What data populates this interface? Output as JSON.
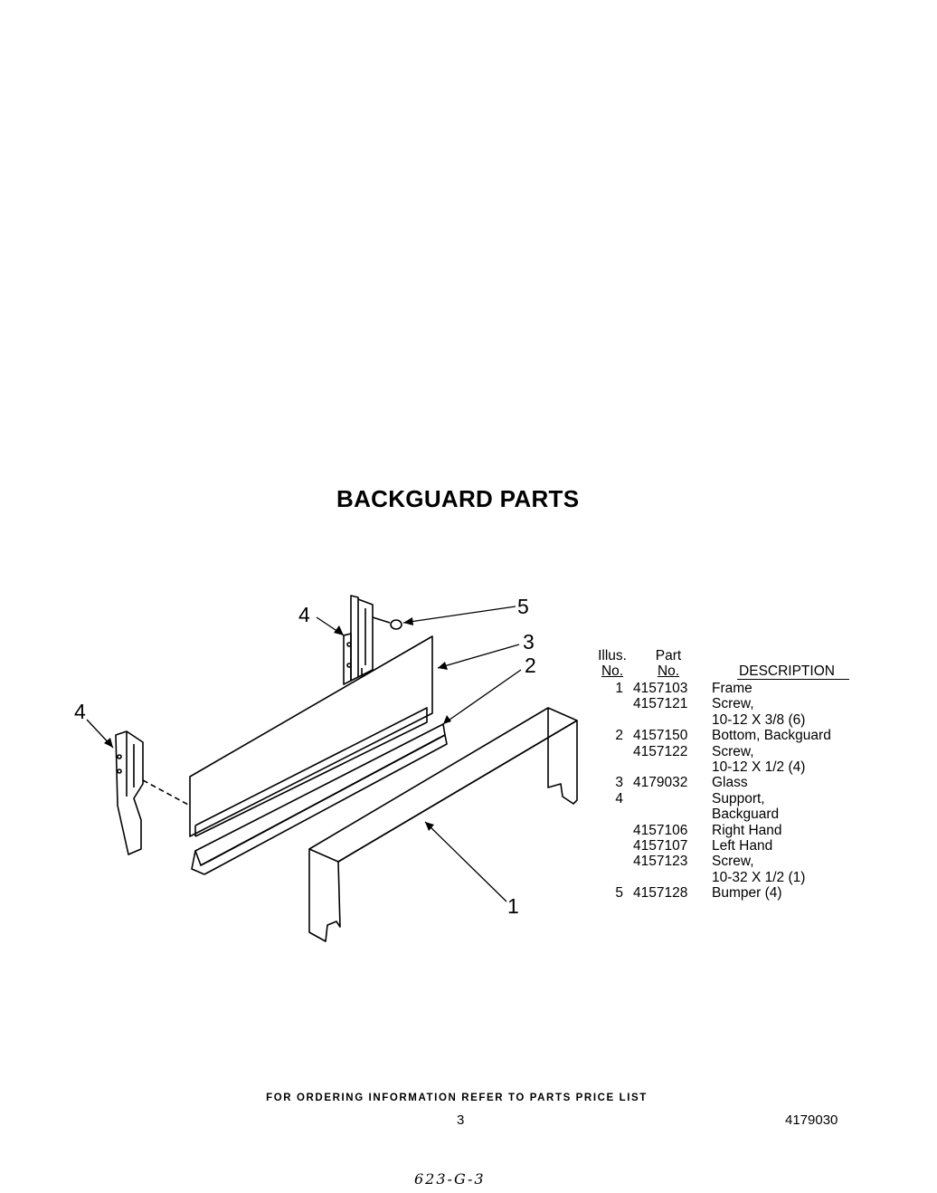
{
  "title": "BACKGUARD PARTS",
  "callouts": [
    "5",
    "4",
    "3",
    "2",
    "4",
    "1"
  ],
  "parts_table": {
    "header": {
      "illus_line1": "Illus.",
      "illus_line2": "No.",
      "part_line1": "Part",
      "part_line2": "No.",
      "description": "DESCRIPTION"
    },
    "rows": [
      {
        "no": "1",
        "part": "4157103",
        "desc": "Frame"
      },
      {
        "no": "",
        "part": "4157121",
        "desc": "Screw,"
      },
      {
        "no": "",
        "part": "",
        "desc": "10-12 X 3/8 (6)"
      },
      {
        "no": "2",
        "part": "4157150",
        "desc": "Bottom, Backguard"
      },
      {
        "no": "",
        "part": "4157122",
        "desc": "Screw,"
      },
      {
        "no": "",
        "part": "",
        "desc": "10-12 X 1/2 (4)"
      },
      {
        "no": "3",
        "part": "4179032",
        "desc": "Glass"
      },
      {
        "no": "4",
        "part": "",
        "desc": "Support,"
      },
      {
        "no": "",
        "part": "",
        "desc": "Backguard"
      },
      {
        "no": "",
        "part": "4157106",
        "desc": "Right Hand"
      },
      {
        "no": "",
        "part": "4157107",
        "desc": "Left Hand"
      },
      {
        "no": "",
        "part": "4157123",
        "desc": "Screw,"
      },
      {
        "no": "",
        "part": "",
        "desc": "10-32 X 1/2 (1)"
      },
      {
        "no": "5",
        "part": "4157128",
        "desc": "Bumper (4)"
      }
    ]
  },
  "footer_note": "FOR ORDERING INFORMATION REFER TO PARTS PRICE LIST",
  "page_number": "3",
  "document_number": "4179030",
  "handwritten_note": "623-G-3"
}
